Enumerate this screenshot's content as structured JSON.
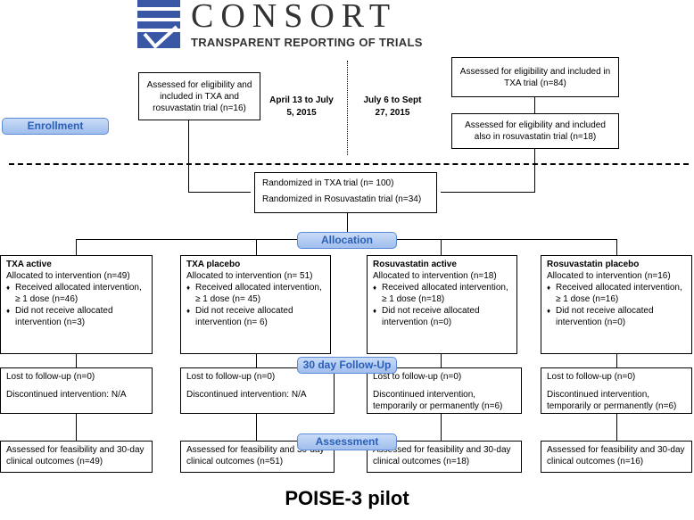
{
  "logo": {
    "name": "CONSORT",
    "tagline": "TRANSPARENT REPORTING OF TRIALS",
    "accent": "#3a57a5"
  },
  "period1": "April 13 to July 5, 2015",
  "period2": "July 6 to Sept 27, 2015",
  "stages": {
    "enrollment": "Enrollment",
    "allocation": "Allocation",
    "followup": "30 day Follow-Up",
    "assessment": "Assessment"
  },
  "enroll_left": "Assessed for eligibility and included in TXA and rosuvastatin trial (n=16)",
  "enroll_right_top": "Assessed for eligibility and included in TXA trial (n=84)",
  "enroll_right_bottom": "Assessed for eligibility and included also in rosuvastatin trial (n=18)",
  "randomized": {
    "line1": "Randomized in TXA trial (n= 100)",
    "line2": "Randomized in Rosuvastatin trial (n=34)"
  },
  "groups": [
    {
      "title": "TXA active",
      "allocated": "Allocated to intervention (n=49)",
      "received": "Received allocated intervention,",
      "dose": "≥ 1 dose  (n=46)",
      "not_received": "Did not receive allocated",
      "not_received_n": "intervention (n=3)",
      "lost": "Lost to follow-up (n=0)",
      "discontinued": "Discontinued intervention: N/A",
      "assessed": "Assessed for feasibility and 30-day clinical outcomes (n=49)"
    },
    {
      "title": "TXA placebo",
      "allocated": "Allocated to intervention (n= 51)",
      "received": "Received allocated intervention,",
      "dose": "≥ 1 dose  (n= 45)",
      "not_received": "Did not receive allocated",
      "not_received_n": "intervention (n= 6)",
      "lost": "Lost to follow-up (n=0)",
      "discontinued": "Discontinued intervention: N/A",
      "assessed": "Assessed for feasibility and 30-day clinical outcomes (n=51)"
    },
    {
      "title": "Rosuvastatin active",
      "allocated": "Allocated to intervention (n=18)",
      "received": "Received allocated intervention,",
      "dose": "≥ 1 dose  (n=18)",
      "not_received": "Did not receive allocated",
      "not_received_n": "intervention (n=0)",
      "lost": "Lost to follow-up (n=0)",
      "discontinued": "Discontinued intervention, temporarily or permanently (n=6)",
      "assessed": "Assessed for feasibility and 30-day clinical outcomes (n=18)"
    },
    {
      "title": "Rosuvastatin placebo",
      "allocated": "Allocated to intervention (n=16)",
      "received": "Received allocated intervention,",
      "dose": "≥ 1 dose  (n=16)",
      "not_received": "Did not receive allocated",
      "not_received_n": "intervention (n=0)",
      "lost": "Lost to follow-up (n=0)",
      "discontinued": "Discontinued intervention, temporarily or permanently (n=6)",
      "assessed": "Assessed for feasibility and 30-day clinical outcomes (n=16)"
    }
  ],
  "footer": "POISE-3 pilot"
}
